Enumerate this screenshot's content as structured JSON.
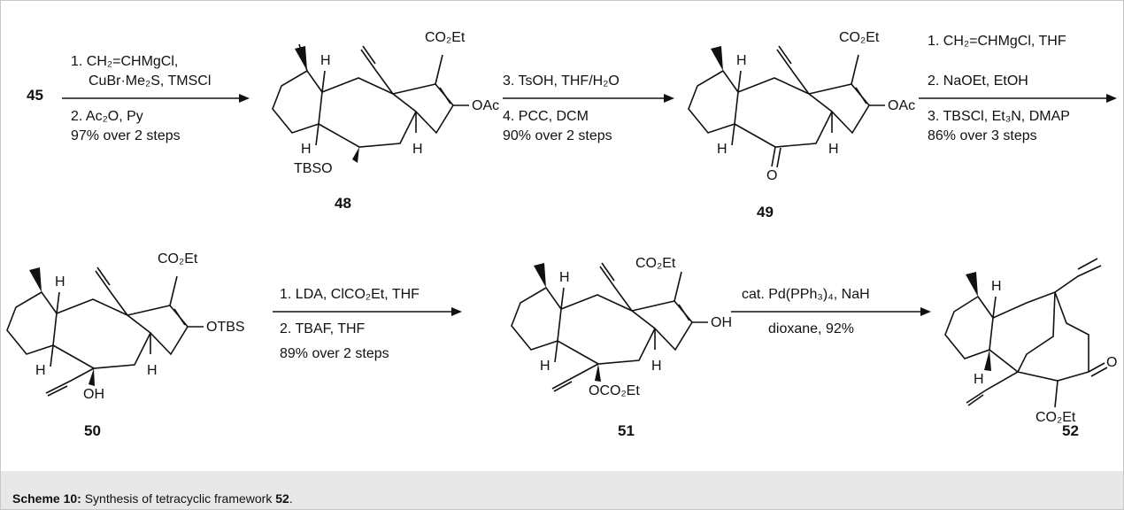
{
  "caption": {
    "prefix": "Scheme 10:",
    "text": " Synthesis of tetracyclic framework ",
    "compound": "52",
    "suffix": "."
  },
  "compounds": [
    {
      "label": "45"
    },
    {
      "label": "48"
    },
    {
      "label": "49"
    },
    {
      "label": "50"
    },
    {
      "label": "51"
    },
    {
      "label": "52"
    }
  ],
  "steps": [
    {
      "lines": [
        "1. CH₂=CHMgCl,",
        "CuBr·Me₂S, TMSCl"
      ],
      "below": [
        "2. Ac₂O, Py",
        "97% over 2 steps"
      ]
    },
    {
      "lines": [
        "3. TsOH, THF/H₂O"
      ],
      "below": [
        "4. PCC, DCM",
        "90% over 2 steps"
      ]
    },
    {
      "lines": [
        "1. CH₂=CHMgCl, THF",
        "2. NaOEt, EtOH"
      ],
      "below": [
        "3. TBSCl, Et₃N, DMAP",
        "86% over 3 steps"
      ]
    },
    {
      "lines": [
        "1. LDA, ClCO₂Et, THF"
      ],
      "below": [
        "2. TBAF, THF",
        "89% over 2 steps"
      ]
    },
    {
      "lines": [
        "cat. Pd(PPh₃)₄, NaH"
      ],
      "below": [
        "dioxane, 92%"
      ]
    }
  ],
  "groups": {
    "co2et": "CO₂Et",
    "oac": "OAc",
    "otbs": "OTBS",
    "oh": "OH",
    "tbso": "TBSO",
    "h": "H",
    "o": "O",
    "oco2et": "OCO₂Et"
  },
  "colors": {
    "caption_bar": "#e8e8e8",
    "ink": "#111111",
    "border": "#c8c8c8"
  }
}
